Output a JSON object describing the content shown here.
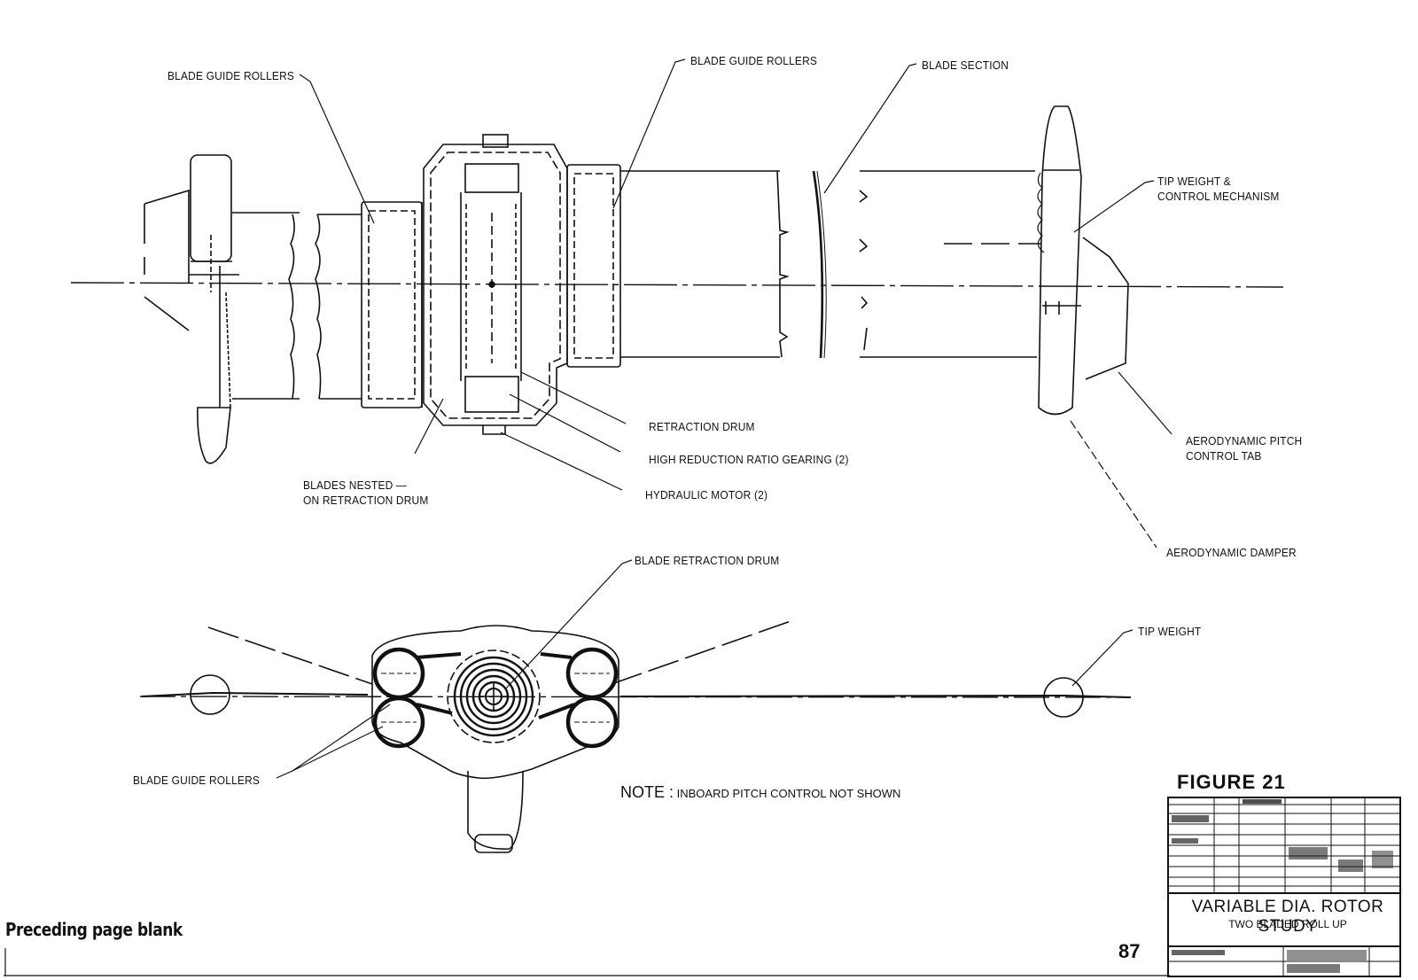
{
  "labels": {
    "blade_guide_rollers_left": "BLADE GUIDE ROLLERS",
    "blade_guide_rollers_top": "BLADE GUIDE ROLLERS",
    "blade_section": "BLADE SECTION",
    "tip_weight_control_1": "TIP WEIGHT &",
    "tip_weight_control_2": "CONTROL MECHANISM",
    "retraction_drum": "RETRACTION DRUM",
    "high_reduction_gearing": "HIGH REDUCTION RATIO GEARING  (2)",
    "hydraulic_motor": "HYDRAULIC MOTOR  (2)",
    "blades_nested_1": "BLADES NESTED —",
    "blades_nested_2": "ON RETRACTION DRUM",
    "aero_pitch_tab_1": "AERODYNAMIC PITCH",
    "aero_pitch_tab_2": "CONTROL TAB",
    "aero_damper": "AERODYNAMIC DAMPER",
    "blade_retraction_drum": "BLADE RETRACTION DRUM",
    "tip_weight": "TIP WEIGHT",
    "blade_guide_rollers_bottom": "BLADE GUIDE ROLLERS"
  },
  "note": {
    "prefix": "NOTE :",
    "text": "INBOARD PITCH CONTROL NOT SHOWN"
  },
  "figure_label": "FIGURE 21",
  "title_block": {
    "title": "VARIABLE DIA. ROTOR STUDY",
    "subtitle": "TWO BLADED ROLL UP"
  },
  "page_number": "87",
  "footer_stamp": "Preceding page blank"
}
